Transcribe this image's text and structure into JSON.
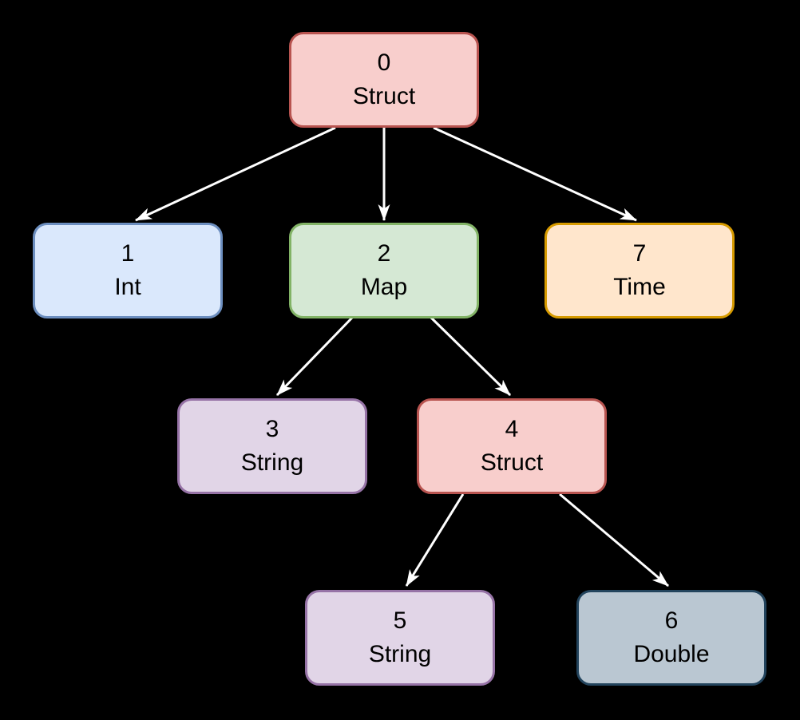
{
  "diagram": {
    "title": "type-tree-diagram",
    "background_color": "#000000",
    "edge_color": "#ffffff",
    "nodes": [
      {
        "id": "0",
        "label": "Struct",
        "fill": "#f8cecc",
        "stroke": "#b85450"
      },
      {
        "id": "1",
        "label": "Int",
        "fill": "#dae8fc",
        "stroke": "#6c8ebf"
      },
      {
        "id": "2",
        "label": "Map",
        "fill": "#d5e8d4",
        "stroke": "#82b366"
      },
      {
        "id": "3",
        "label": "String",
        "fill": "#e1d5e7",
        "stroke": "#9673a6"
      },
      {
        "id": "4",
        "label": "Struct",
        "fill": "#f8cecc",
        "stroke": "#b85450"
      },
      {
        "id": "5",
        "label": "String",
        "fill": "#e1d5e7",
        "stroke": "#9673a6"
      },
      {
        "id": "6",
        "label": "Double",
        "fill": "#bac7d2",
        "stroke": "#23445d"
      },
      {
        "id": "7",
        "label": "Time",
        "fill": "#ffe6cc",
        "stroke": "#d79b00"
      }
    ],
    "edges": [
      {
        "from": "0",
        "to": "1"
      },
      {
        "from": "0",
        "to": "2"
      },
      {
        "from": "0",
        "to": "7"
      },
      {
        "from": "2",
        "to": "3"
      },
      {
        "from": "2",
        "to": "4"
      },
      {
        "from": "4",
        "to": "5"
      },
      {
        "from": "4",
        "to": "6"
      }
    ]
  }
}
